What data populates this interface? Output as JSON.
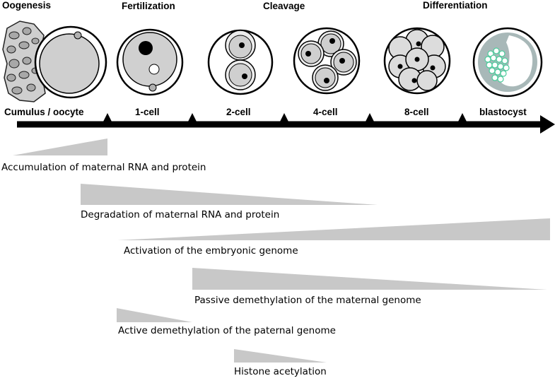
{
  "phases": [
    "Oogenesis",
    "Fertilization",
    "Cleavage",
    "Differentiation"
  ],
  "stages": [
    "Cumulus / oocyte",
    "1-cell",
    "2-cell",
    "4-cell",
    "8-cell",
    "blastocyst"
  ],
  "processes": [
    {
      "label": "Accumulation of maternal RNA and protein",
      "trend": "increasing"
    },
    {
      "label": "Degradation of maternal RNA and protein",
      "trend": "decreasing"
    },
    {
      "label": "Activation of the embryonic genome",
      "trend": "increasing"
    },
    {
      "label": "Passive demethylation of the maternal genome",
      "trend": "decreasing"
    },
    {
      "label": "Active demethylation of the paternal genome",
      "trend": "decreasing"
    },
    {
      "label": "Histone acetylation",
      "trend": "decreasing"
    }
  ],
  "colors": {
    "wedge": "#c8c8c8",
    "cell_fill": "#d0d0d0",
    "inner_cell_mass": "#66e0b8",
    "trophectoderm": "#9aaeae",
    "axis": "#000000"
  }
}
